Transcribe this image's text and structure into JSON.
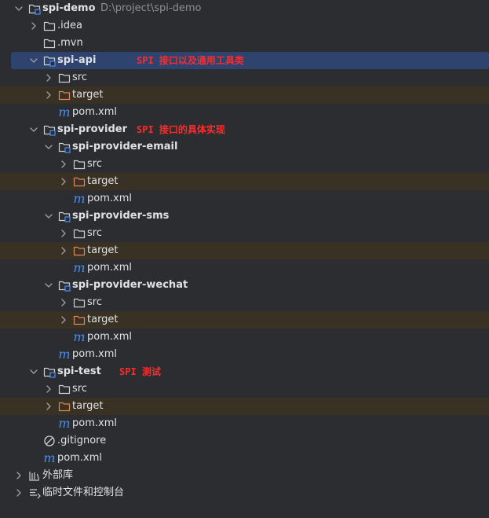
{
  "tree": [
    {
      "label": "spi-demo",
      "path": "D:\\project\\spi-demo",
      "icon": "module-folder-icon",
      "chevron": "down",
      "depth": 0
    },
    {
      "label": ".idea",
      "icon": "folder-icon",
      "chevron": "right",
      "depth": 1
    },
    {
      "label": ".mvn",
      "icon": "folder-icon",
      "chevron": "none",
      "depth": 1
    },
    {
      "label": "spi-api",
      "icon": "module-folder-icon",
      "chevron": "down",
      "depth": 1,
      "selected": true
    },
    {
      "label": "src",
      "icon": "folder-icon",
      "chevron": "right",
      "depth": 2
    },
    {
      "label": "target",
      "icon": "excluded-folder-icon",
      "chevron": "right",
      "depth": 2,
      "excluded": true
    },
    {
      "label": "pom.xml",
      "icon": "maven-icon",
      "chevron": "none",
      "depth": 2
    },
    {
      "label": "spi-provider",
      "icon": "module-folder-icon",
      "chevron": "down",
      "depth": 1
    },
    {
      "label": "spi-provider-email",
      "icon": "module-folder-icon",
      "chevron": "down",
      "depth": 2
    },
    {
      "label": "src",
      "icon": "folder-icon",
      "chevron": "right",
      "depth": 3
    },
    {
      "label": "target",
      "icon": "excluded-folder-icon",
      "chevron": "right",
      "depth": 3,
      "excluded": true
    },
    {
      "label": "pom.xml",
      "icon": "maven-icon",
      "chevron": "none",
      "depth": 3
    },
    {
      "label": "spi-provider-sms",
      "icon": "module-folder-icon",
      "chevron": "down",
      "depth": 2
    },
    {
      "label": "src",
      "icon": "folder-icon",
      "chevron": "right",
      "depth": 3
    },
    {
      "label": "target",
      "icon": "excluded-folder-icon",
      "chevron": "right",
      "depth": 3,
      "excluded": true
    },
    {
      "label": "pom.xml",
      "icon": "maven-icon",
      "chevron": "none",
      "depth": 3
    },
    {
      "label": "spi-provider-wechat",
      "icon": "module-folder-icon",
      "chevron": "down",
      "depth": 2
    },
    {
      "label": "src",
      "icon": "folder-icon",
      "chevron": "right",
      "depth": 3
    },
    {
      "label": "target",
      "icon": "excluded-folder-icon",
      "chevron": "right",
      "depth": 3,
      "excluded": true
    },
    {
      "label": "pom.xml",
      "icon": "maven-icon",
      "chevron": "none",
      "depth": 3
    },
    {
      "label": "pom.xml",
      "icon": "maven-icon",
      "chevron": "none",
      "depth": 2
    },
    {
      "label": "spi-test",
      "icon": "module-folder-icon",
      "chevron": "down",
      "depth": 1
    },
    {
      "label": "src",
      "icon": "folder-icon",
      "chevron": "right",
      "depth": 2
    },
    {
      "label": "target",
      "icon": "excluded-folder-icon",
      "chevron": "right",
      "depth": 2,
      "excluded": true
    },
    {
      "label": "pom.xml",
      "icon": "maven-icon",
      "chevron": "none",
      "depth": 2
    },
    {
      "label": ".gitignore",
      "icon": "ignore-file-icon",
      "chevron": "none",
      "depth": 1
    },
    {
      "label": "pom.xml",
      "icon": "maven-icon",
      "chevron": "none",
      "depth": 1
    },
    {
      "label": "外部库",
      "icon": "library-icon",
      "chevron": "right",
      "depth": 0
    },
    {
      "label": "临时文件和控制台",
      "icon": "scratches-icon",
      "chevron": "right",
      "depth": 0
    }
  ],
  "annotations": [
    {
      "text": "SPI 接口以及通用工具类",
      "row": 3
    },
    {
      "text": "SPI 接口的具体实现",
      "row": 7
    },
    {
      "text": "SPI 测试",
      "row": 21
    }
  ],
  "colors": {
    "background": "#2b2d30",
    "selection": "#2e436e",
    "excluded_row": "#3a3125",
    "excluded_folder": "#e08855",
    "folder": "#ced0d6",
    "maven": "#4a8ff0",
    "annotation": "#ff2b2b",
    "path_text": "#8c8f94"
  }
}
